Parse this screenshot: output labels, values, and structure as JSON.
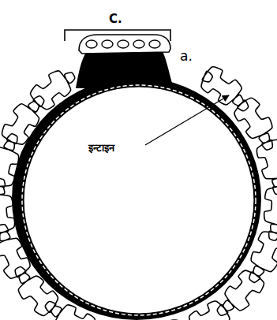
{
  "diagram": {
    "labels": [
      "C.",
      "a.",
      "इन्टाइन"
    ]
  }
}
